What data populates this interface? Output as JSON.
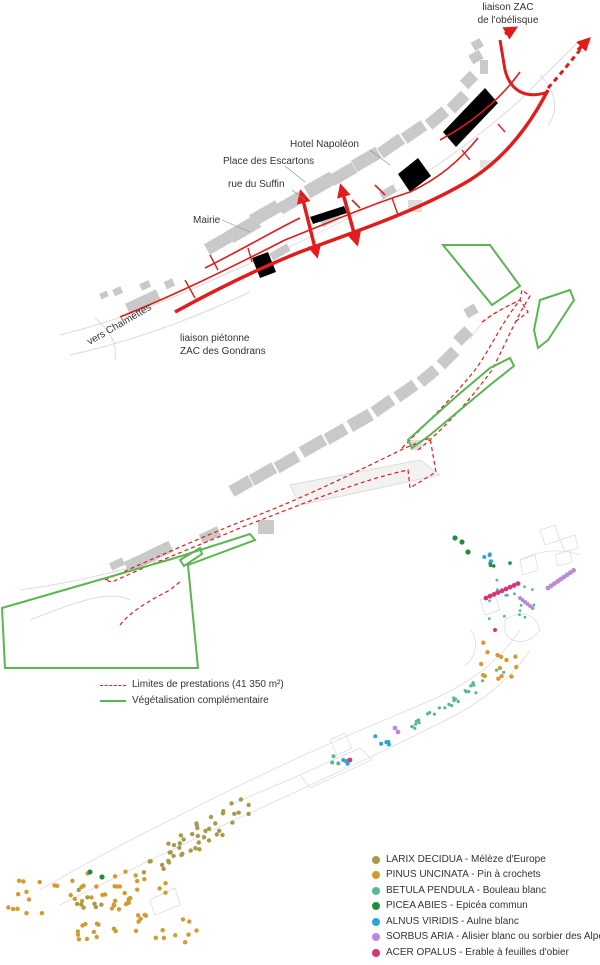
{
  "colors": {
    "red": "#e21b1b",
    "green": "#5ab552",
    "building": "#c9c9c9",
    "context": "#d9d9d9",
    "black": "#000000"
  },
  "map1": {
    "labels": {
      "zac_obelisque_1": "liaison ZAC",
      "zac_obelisque_2": "de l'obélisque",
      "hotel": "Hotel Napoléon",
      "place": "Place des Escartons",
      "rue": "rue du Suffin",
      "mairie": "Mairie",
      "chalmettes": "vers Chalmettes",
      "gondrans_1": "liaison piétonne",
      "gondrans_2": "ZAC des Gondrans"
    }
  },
  "map2": {
    "legend": {
      "limits_label": "Limites de prestations (41 350 m²)",
      "vegetation_label": "Végétalisation complémentaire"
    }
  },
  "map3": {
    "species": [
      {
        "label": "LARIX DECIDUA - Mélèze d'Europe",
        "color": "#a89a4a"
      },
      {
        "label": "PINUS UNCINATA - Pin à crochets",
        "color": "#d39a2e"
      },
      {
        "label": "BETULA PENDULA - Bouleau blanc",
        "color": "#58b893"
      },
      {
        "label": "PICEA ABIES - Epicéa commun",
        "color": "#1e8f3b"
      },
      {
        "label": "ALNUS VIRIDIS - Aulne blanc",
        "color": "#2ba4d6"
      },
      {
        "label": "SORBUS ARIA - Alisier blanc ou sorbier des Alpes",
        "color": "#b98ad9"
      },
      {
        "label": "ACER OPALUS - Erable à feuilles d'obier",
        "color": "#d9337a"
      }
    ]
  }
}
